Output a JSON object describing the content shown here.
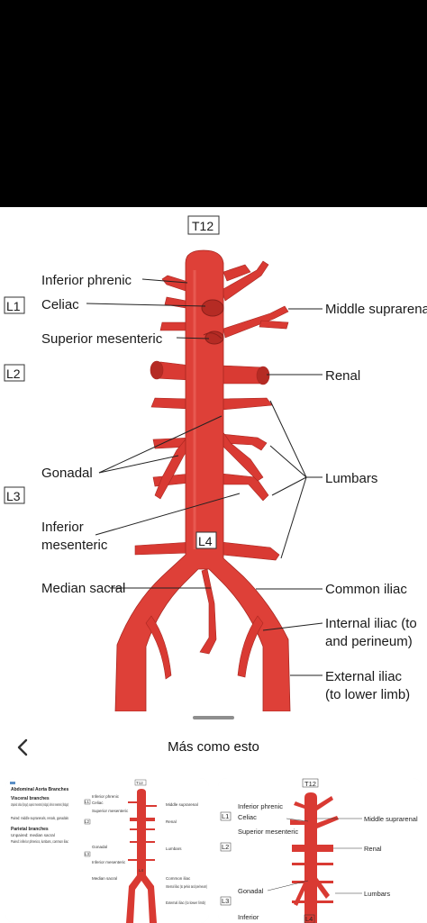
{
  "figure": {
    "levels": {
      "t12": "T12",
      "l1": "L1",
      "l2": "L2",
      "l3": "L3",
      "l4": "L4"
    },
    "labels": {
      "inferior_phrenic": "Inferior phrenic",
      "celiac": "Celiac",
      "superior_mesenteric": "Superior mesenteric",
      "gonadal": "Gonadal",
      "inferior_mesenteric_1": "Inferior",
      "inferior_mesenteric_2": "mesenteric",
      "median_sacral": "Median sacral",
      "middle_suprarenal": "Middle suprarenal",
      "renal": "Renal",
      "lumbars": "Lumbars",
      "common_iliac": "Common iliac",
      "internal_iliac_1": "Internal iliac (to",
      "internal_iliac_2": "and perineum)",
      "external_iliac_1": "External iliac",
      "external_iliac_2": "(to lower limb)"
    },
    "artery_color": "#d93a33"
  },
  "more": {
    "title": "Más como esto",
    "back_icon": "chevron-left-icon"
  },
  "thumb1": {
    "heading": "Abdominal Aorta Branches",
    "visceral_title": "Visceral branches",
    "visceral_unpaired": "Unpaired: celiac (foregut), superior mesenteric (midgut), inferior mesenteric (hindgut)",
    "visceral_paired": "Paired: middle suprarenals, renals, gonadals",
    "parietal_title": "Parietal branches",
    "parietal_unpaired": "Unpaired: median sacral",
    "parietal_paired": "Paired: inferior phrenics, lumbars, common iliac",
    "labels": [
      "T12",
      "L1",
      "L2",
      "L3",
      "L4",
      "Inferior phrenic",
      "Celiac",
      "Superior mesenteric",
      "Gonadal",
      "Inferior mesenteric",
      "Median sacral",
      "Middle suprarenal",
      "Renal",
      "Lumbars",
      "Common iliac",
      "Internal iliac (to pelvis and perineum)",
      "External iliac (to lower limb)"
    ]
  },
  "thumb2": {
    "labels": [
      "T12",
      "L1",
      "L2",
      "L3",
      "L4",
      "Inferior phrenic",
      "Celiac",
      "Superior mesenteric",
      "Gonadal",
      "Inferior",
      "Middle suprarenal",
      "Renal",
      "Lumbars"
    ]
  }
}
